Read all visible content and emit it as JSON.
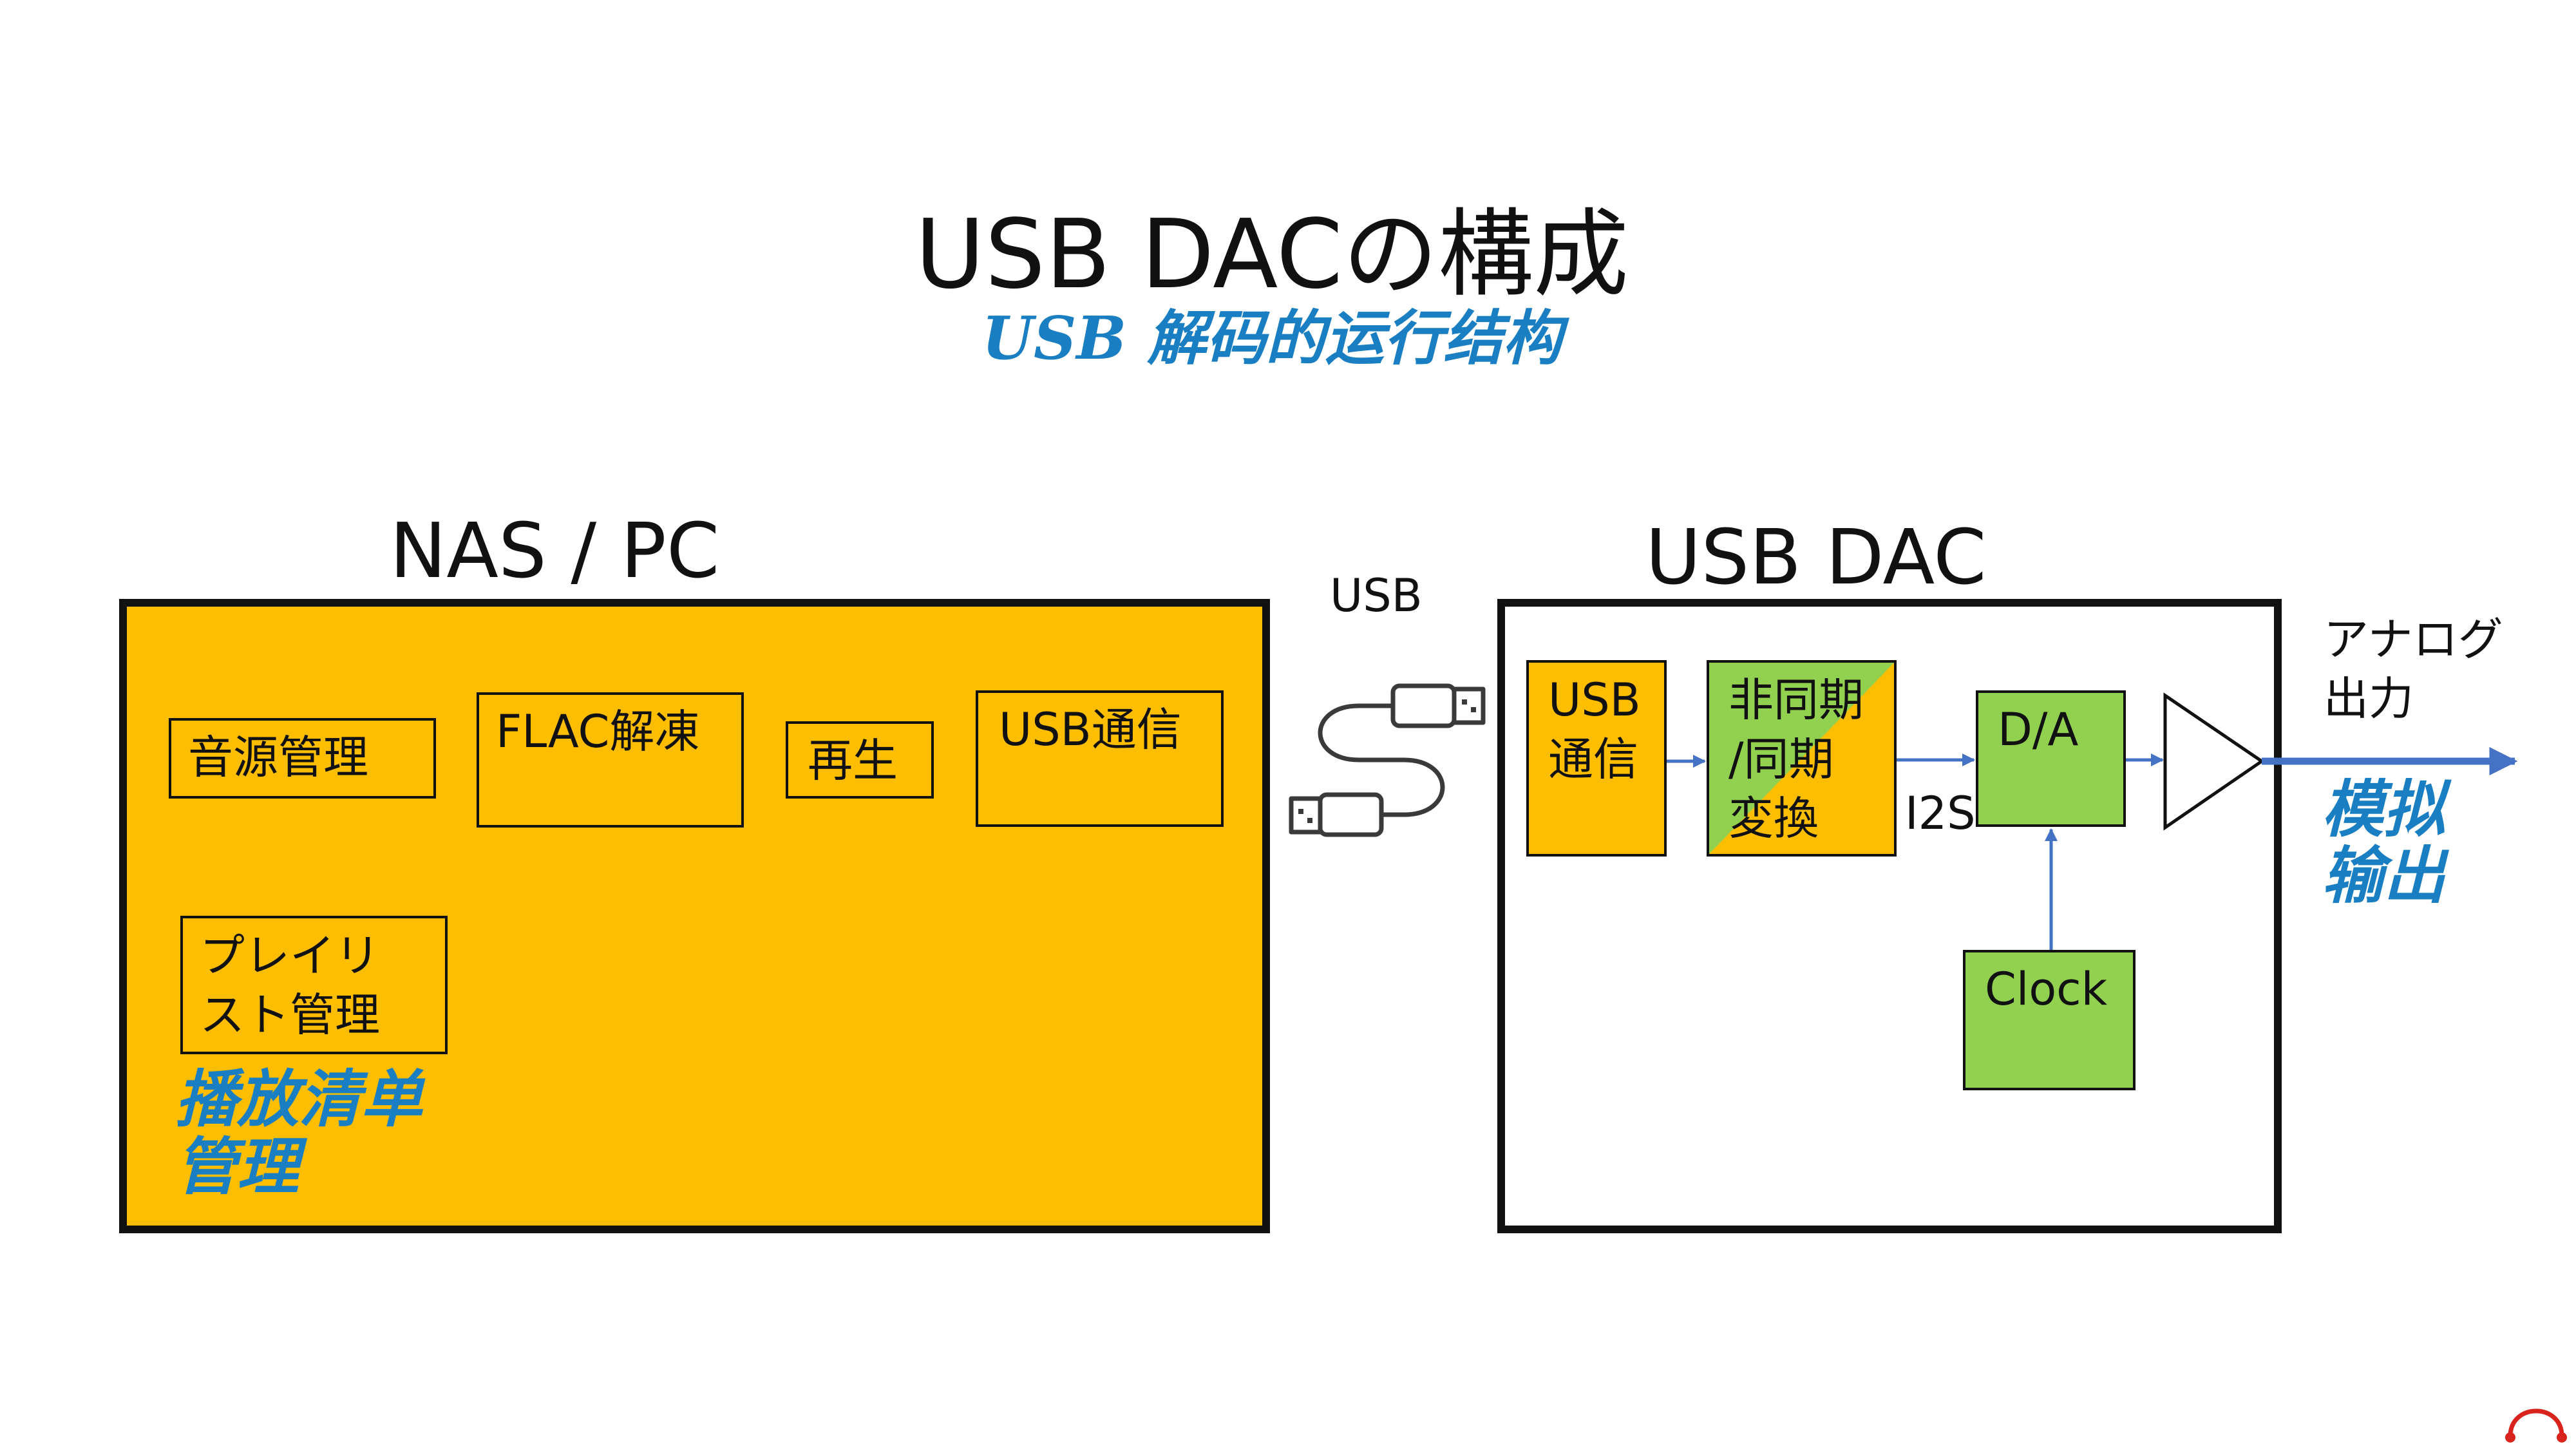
{
  "title": "USB DACの構成",
  "subtitle": "USB 解码的运行结构",
  "left_panel": {
    "heading": "NAS / PC",
    "boxes": {
      "source": "音源管理",
      "flac": "FLAC解凍",
      "play": "再生",
      "usb_comm": "USB通信",
      "playlist": "プレイリ\nスト管理"
    },
    "note_line1": "播放清单",
    "note_line2": "管理"
  },
  "cable_label": "USB",
  "right_panel": {
    "heading": "USB DAC",
    "boxes": {
      "usb_comm": "USB\n通信",
      "async": "非同期\n/同期\n変換",
      "da": "D/A",
      "clock": "Clock"
    },
    "i2s_label": "I2S"
  },
  "output": {
    "label_line1": "アナログ",
    "label_line2": "出力",
    "note_line1": "模拟",
    "note_line2": "输出"
  },
  "colors": {
    "orange": "#fdbd00",
    "green": "#92d050",
    "arrow_blue": "#4472c4",
    "note_blue": "#1a7fc2"
  },
  "icons": [
    "usb-cable-icon",
    "amplifier-triangle-icon",
    "headphone-logo-icon"
  ]
}
